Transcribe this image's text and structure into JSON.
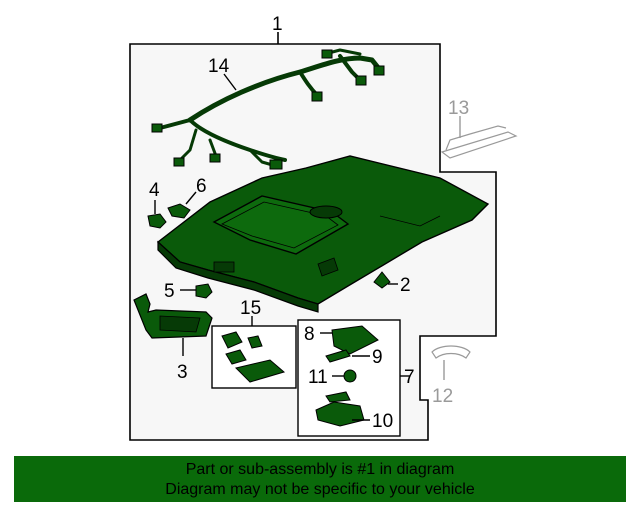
{
  "callouts": {
    "c1": "1",
    "c2": "2",
    "c3": "3",
    "c4": "4",
    "c5": "5",
    "c6": "6",
    "c7": "7",
    "c8": "8",
    "c9": "9",
    "c10": "10",
    "c11": "11",
    "c12": "12",
    "c13": "13",
    "c14": "14",
    "c15": "15"
  },
  "banner": {
    "line1": "Part or sub-assembly is #1 in diagram",
    "line2": "Diagram may not be specific to your vehicle"
  },
  "colors": {
    "part_fill": "#0a5a0a",
    "part_dark": "#063a06",
    "banner_bg": "#0a6a0a",
    "outline": "#000000",
    "secondary_part": "#9a9a9a"
  }
}
